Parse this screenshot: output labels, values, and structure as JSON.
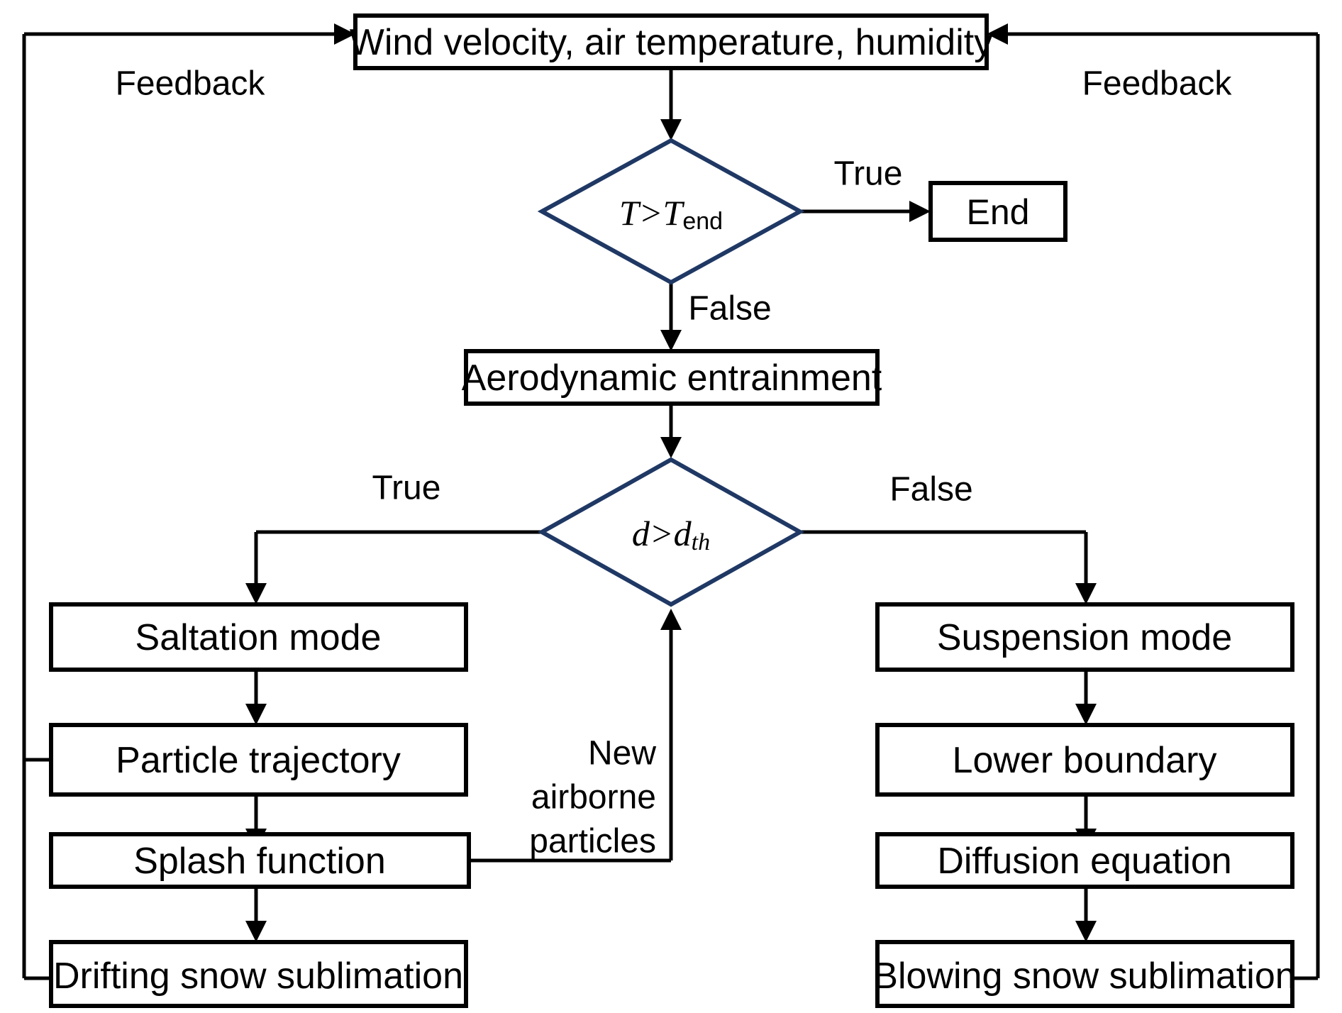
{
  "diagram": {
    "title": "Blowing snow model flowchart",
    "colors": {
      "box_stroke": "#000000",
      "diamond_stroke": "#1F3864",
      "connector": "#000000",
      "background": "#ffffff"
    },
    "nodes": {
      "inputs": {
        "label": "Wind velocity, air temperature, humidity"
      },
      "end": {
        "label": "End"
      },
      "aerodynamic": {
        "label": "Aerodynamic entrainment"
      },
      "saltation": {
        "label": "Saltation mode"
      },
      "particle_trajectory": {
        "label": "Particle trajectory"
      },
      "splash": {
        "label": "Splash function"
      },
      "drifting_sublimation": {
        "label": "Drifting snow sublimation"
      },
      "suspension": {
        "label": "Suspension mode"
      },
      "lower_boundary": {
        "label": "Lower boundary"
      },
      "diffusion": {
        "label": "Diffusion equation"
      },
      "blowing_sublimation": {
        "label": "Blowing snow sublimation"
      }
    },
    "decisions": {
      "time_check": {
        "main": "T>T",
        "sub": "end",
        "full": "T>T_end"
      },
      "diameter_check": {
        "main": "d>d",
        "sub": "th",
        "full": "d>d_th"
      }
    },
    "edge_labels": {
      "feedback_left": "Feedback",
      "feedback_right": "Feedback",
      "time_true": "True",
      "time_false": "False",
      "diameter_true": "True",
      "diameter_false": "False",
      "new_particles_line1": "New",
      "new_particles_line2": "airborne",
      "new_particles_line3": "particles"
    }
  }
}
